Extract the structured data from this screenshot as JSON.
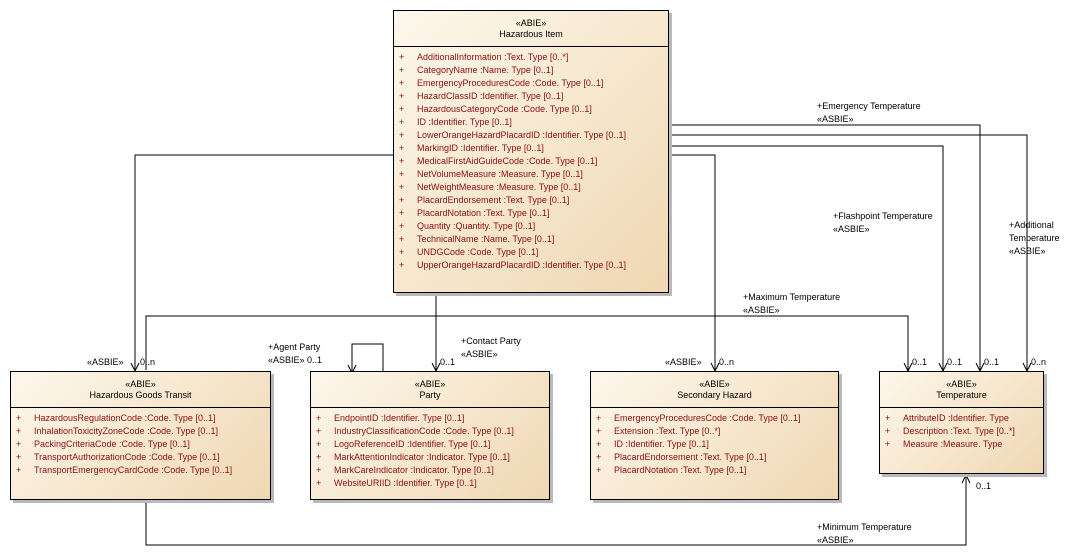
{
  "classes": {
    "hazardous_item": {
      "stereotype": "«ABIE»",
      "name": "Hazardous Item",
      "attributes": [
        "AdditionalInformation  :Text. Type [0..*]",
        "CategoryName  :Name. Type [0..1]",
        "EmergencyProceduresCode  :Code. Type [0..1]",
        "HazardClassID  :Identifier. Type [0..1]",
        "HazardousCategoryCode  :Code. Type [0..1]",
        "ID  :Identifier. Type [0..1]",
        "LowerOrangeHazardPlacardID  :Identifier. Type [0..1]",
        "MarkingID  :Identifier. Type [0..1]",
        "MedicalFirstAidGuideCode  :Code. Type [0..1]",
        "NetVolumeMeasure  :Measure. Type [0..1]",
        "NetWeightMeasure  :Measure. Type [0..1]",
        "PlacardEndorsement  :Text. Type [0..1]",
        "PlacardNotation  :Text. Type [0..1]",
        "Quantity  :Quantity. Type [0..1]",
        "TechnicalName  :Name. Type [0..1]",
        "UNDGCode  :Code. Type [0..1]",
        "UpperOrangeHazardPlacardID  :Identifier. Type [0..1]"
      ]
    },
    "hazardous_goods_transit": {
      "stereotype": "«ABIE»",
      "name": "Hazardous Goods Transit",
      "attributes": [
        "HazardousRegulationCode  :Code. Type [0..1]",
        "InhalationToxicityZoneCode  :Code. Type [0..1]",
        "PackingCriteriaCode  :Code. Type [0..1]",
        "TransportAuthorizationCode  :Code. Type [0..1]",
        "TransportEmergencyCardCode  :Code. Type [0..1]"
      ]
    },
    "party": {
      "stereotype": "«ABIE»",
      "name": "Party",
      "attributes": [
        "EndpointID  :Identifier. Type [0..1]",
        "IndustryClassificationCode  :Code. Type [0..1]",
        "LogoReferenceID  :Identifier. Type [0..1]",
        "MarkAttentionIndicator  :Indicator. Type [0..1]",
        "MarkCareIndicator  :Indicator. Type [0..1]",
        "WebsiteURIID  :Identifier. Type [0..1]"
      ]
    },
    "secondary_hazard": {
      "stereotype": "«ABIE»",
      "name": "Secondary Hazard",
      "attributes": [
        "EmergencyProceduresCode  :Code. Type [0..1]",
        "Extension  :Text. Type [0..*]",
        "ID  :Identifier. Type [0..1]",
        "PlacardEndorsement  :Text. Type [0..1]",
        "PlacardNotation  :Text. Type [0..1]"
      ]
    },
    "temperature": {
      "stereotype": "«ABIE»",
      "name": "Temperature",
      "attributes": [
        "AttributeID  :Identifier. Type",
        "Description  :Text. Type [0..*]",
        "Measure  :Measure. Type"
      ]
    }
  },
  "visibility_marker": "+",
  "connector_labels": {
    "emergency_temperature": "+Emergency Temperature",
    "emergency_temperature_stereo": "«ASBIE»",
    "flashpoint_temperature": "+Flashpoint Temperature",
    "flashpoint_temperature_stereo": "«ASBIE»",
    "additional_temperature_1": "+Additional",
    "additional_temperature_2": "Temperature",
    "additional_temperature_stereo": "«ASBIE»",
    "maximum_temperature": "+Maximum Temperature",
    "maximum_temperature_stereo": "«ASBIE»",
    "minimum_temperature": "+Minimum Temperature",
    "minimum_temperature_stereo": "«ASBIE»",
    "agent_party": "+Agent Party",
    "agent_party_stereo": "«ASBIE» 0..1",
    "contact_party": "+Contact Party",
    "contact_party_stereo": "«ASBIE»",
    "transit_stereo": "«ASBIE»",
    "secondary_hazard_stereo": "«ASBIE»"
  },
  "multiplicities": {
    "transit": "0..n",
    "contact_party": "0..1",
    "secondary_hazard": "0..n",
    "max_temp": "0..1",
    "flash_temp": "0..1",
    "emerg_temp": "0..1",
    "addl_temp": "0..n",
    "min_temp": "0..1"
  }
}
